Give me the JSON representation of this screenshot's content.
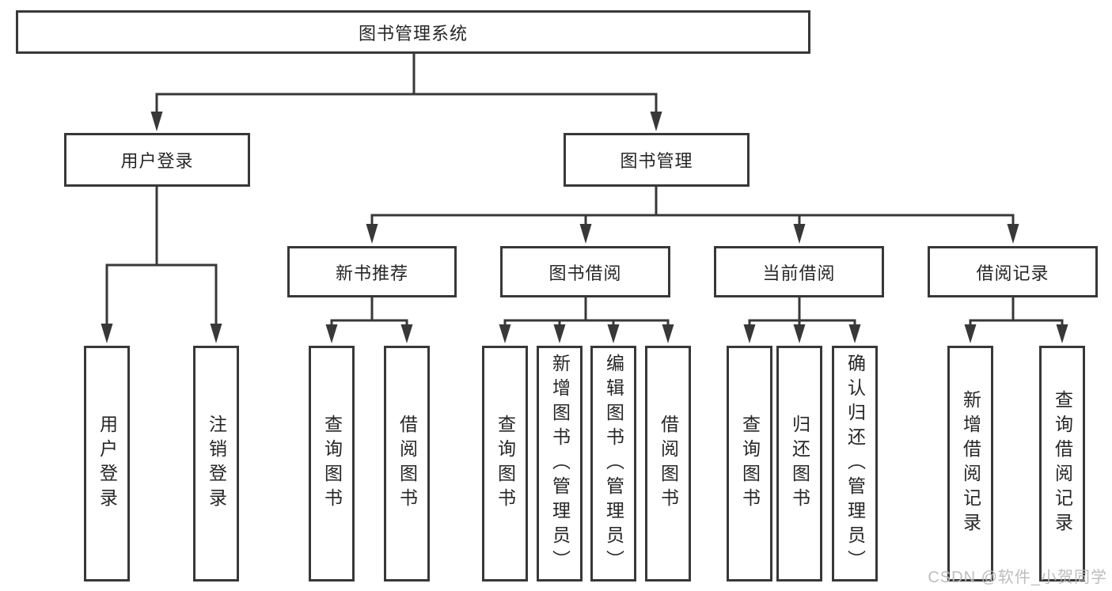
{
  "diagram": {
    "title": "图书管理系统",
    "branches": {
      "user": {
        "label": "用户登录",
        "children": [
          "用户登录",
          "注销登录"
        ]
      },
      "book": {
        "label": "图书管理",
        "modules": [
          {
            "label": "新书推荐",
            "children": [
              "查询图书",
              "借阅图书"
            ]
          },
          {
            "label": "图书借阅",
            "children": [
              "查询图书",
              "新增图书（管理员）",
              "编辑图书（管理员）",
              "借阅图书"
            ]
          },
          {
            "label": "当前借阅",
            "children": [
              "查询图书",
              "归还图书",
              "确认归还（管理员）"
            ]
          },
          {
            "label": "借阅记录",
            "children": [
              "新增借阅记录",
              "查询借阅记录"
            ]
          }
        ]
      }
    },
    "watermark": "CSDN @软件_小贺同学",
    "colors": {
      "line": "#383838",
      "box_border": "#383838",
      "box_fill": "#ffffff",
      "text": "#262626",
      "watermark": "#b9b9b9",
      "background": "#ffffff"
    }
  }
}
